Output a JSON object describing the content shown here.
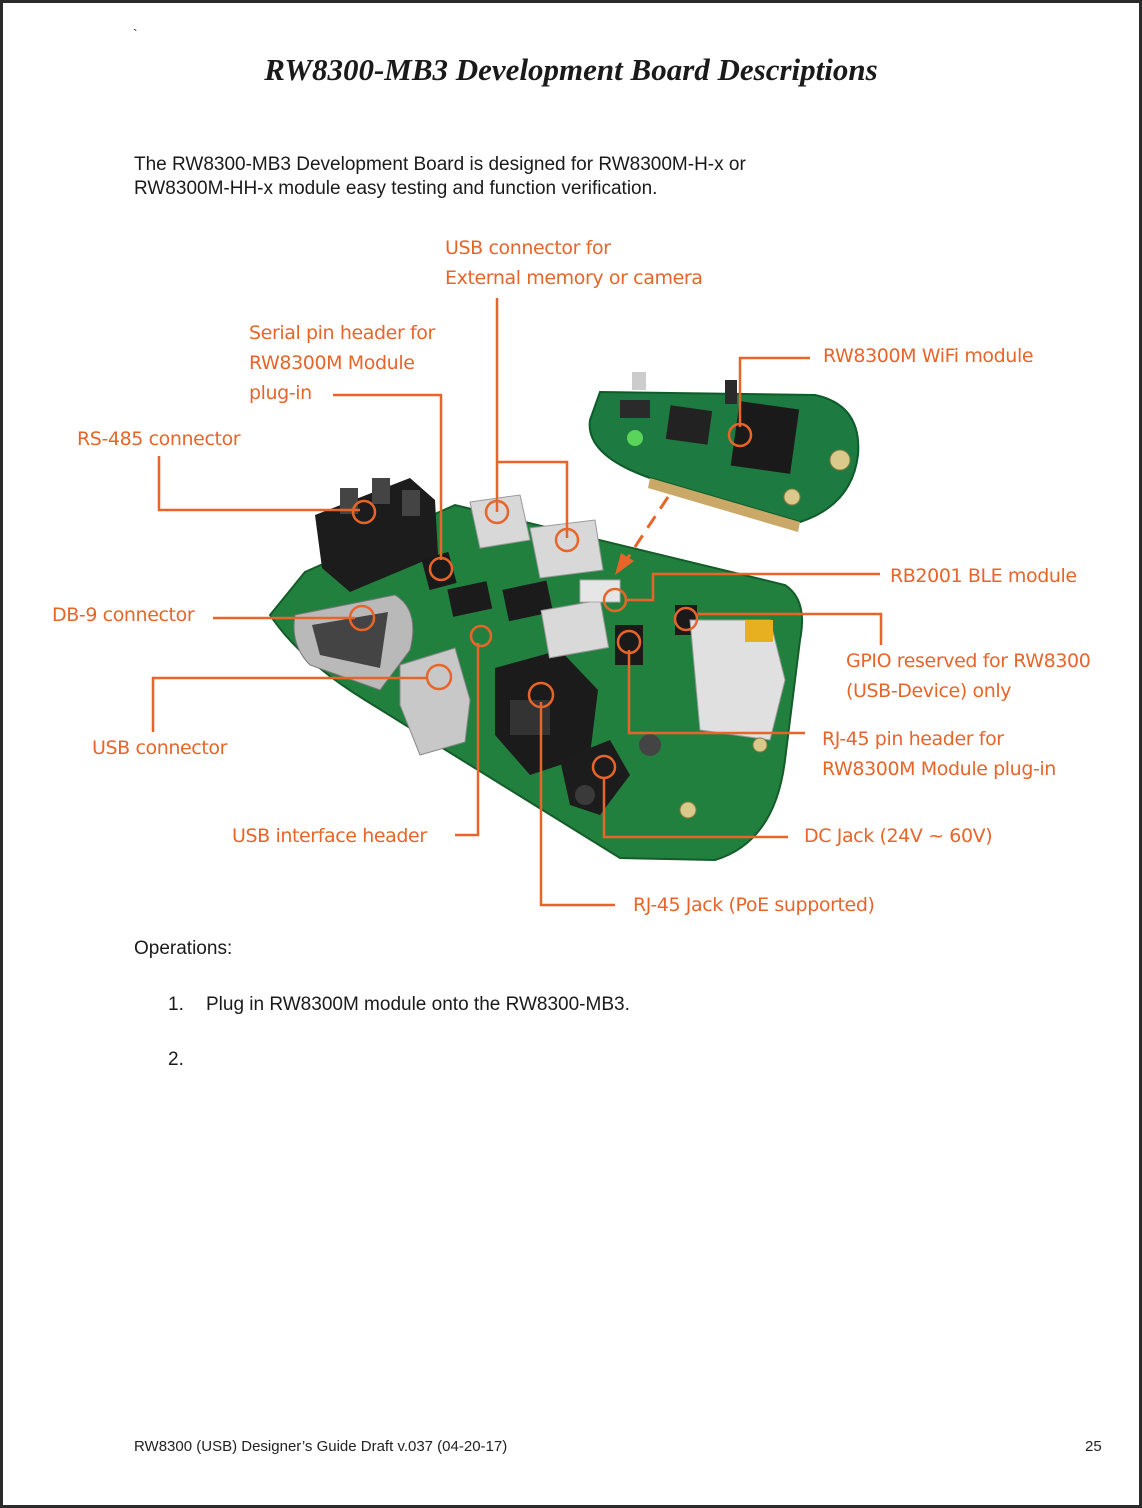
{
  "page": {
    "tick_mark": "`",
    "title": "RW8300-MB3 Development Board Descriptions",
    "intro_line1": "The RW8300-MB3 Development Board is designed for RW8300M-H-x or",
    "intro_line2": "RW8300M-HH-x module easy testing and function verification."
  },
  "callouts": {
    "usb_ext_1": "USB connector for",
    "usb_ext_2": "External memory or camera",
    "serial_1": "Serial pin header for",
    "serial_2": "RW8300M Module",
    "serial_3": "plug-in",
    "wifi_module": "RW8300M WiFi module",
    "rs485": "RS-485 connector",
    "ble_module": "RB2001 BLE module",
    "db9": "DB-9 connector",
    "gpio_1": "GPIO reserved for RW8300",
    "gpio_2": "(USB-Device) only",
    "usb_connector": "USB connector",
    "rj45_header_1": "RJ-45 pin header for",
    "rj45_header_2": "RW8300M Module plug-in",
    "usb_interface_header": "USB interface header",
    "dc_jack": "DC Jack (24V ~ 60V)",
    "rj45_jack": "RJ-45 Jack (PoE supported)"
  },
  "operations": {
    "heading": "Operations:",
    "steps": [
      {
        "num": "1.",
        "text": "Plug in RW8300M module onto the RW8300-MB3."
      },
      {
        "num": "2.",
        "text": ""
      }
    ]
  },
  "footer": {
    "doc": "RW8300 (USB) Designer’s Guide Draft v.037 (04-20-17)",
    "page_number": "25"
  },
  "colors": {
    "accent": "#e8652a",
    "pcb_green": "#1f7a3c",
    "text": "#1a1a1a"
  }
}
